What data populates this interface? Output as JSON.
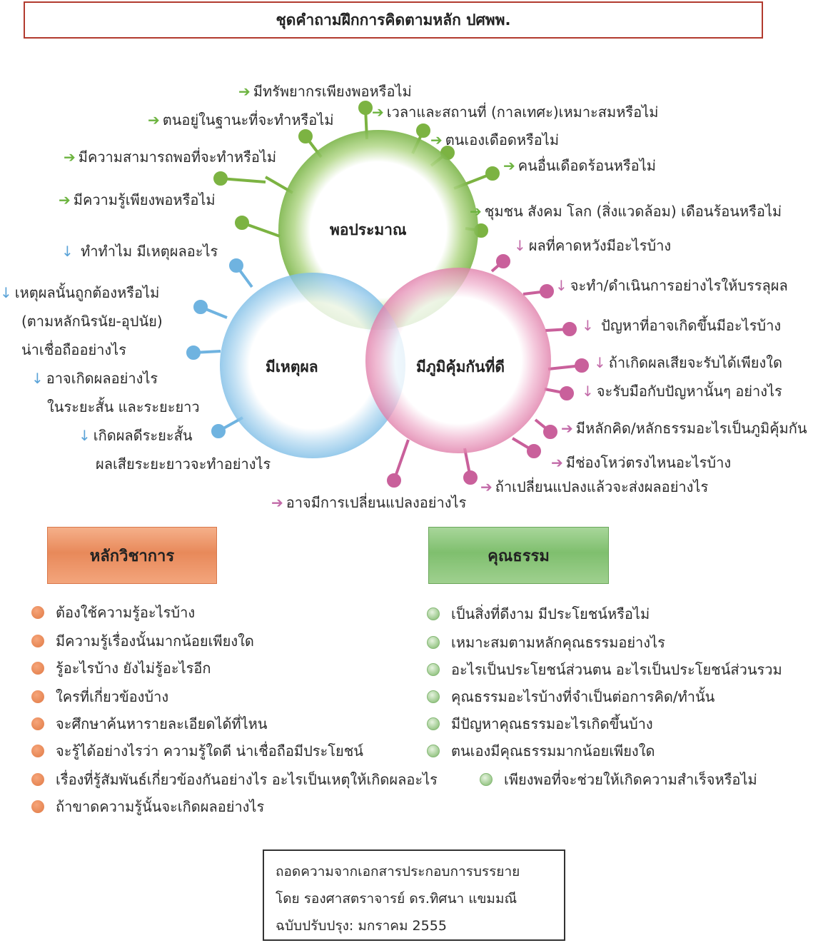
{
  "title": "ชุดคำถามฝึกการคิดตามหลัก ปศพพ.",
  "circles": {
    "moderation": "พอประมาณ",
    "reasonable": "มีเหตุผล",
    "immunity": "มีภูมิคุ้มกันที่ดี"
  },
  "colors": {
    "green": "#6cb33f",
    "blue": "#5aa3d8",
    "pink": "#c26aa8",
    "orange": "#e8895a",
    "title_border": "#b23a2e"
  },
  "moderation_questions": [
    "มีทรัพยากรเพียงพอหรือไม่",
    "ตนอยู่ในฐานะที่จะทำหรือไม่",
    "เวลาและสถานที่ (กาลเทศะ)เหมาะสมหรือไม่",
    "ตนเองเดือดหรือไม่",
    "มีความสามารถพอที่จะทำหรือไม่",
    "คนอื่นเดือดร้อนหรือไม่",
    "มีความรู้เพียงพอหรือไม่",
    "ชุมชน สังคม โลก (สิ่งแวดล้อม) เดือนร้อนหรือไม่"
  ],
  "reason_questions": [
    "ทำทำไม มีเหตุผลอะไร",
    "เหตุผลนั้นถูกต้องหรือไม่",
    "(ตามหลักนิรนัย-อุปนัย)",
    "น่าเชื่อถืออย่างไร",
    "อาจเกิดผลอย่างไร",
    "ในระยะสั้น และระยะยาว",
    "เกิดผลดีระยะสั้น",
    "ผลเสียระยะยาวจะทำอย่างไร"
  ],
  "immunity_questions": [
    "ผลที่คาดหวังมีอะไรบ้าง",
    "จะทำ/ดำเนินการอย่างไรให้บรรลุผล",
    "ปัญหาที่อาจเกิดขึ้นมีอะไรบ้าง",
    "ถ้าเกิดผลเสียจะรับได้เพียงใด",
    "จะรับมือกับปัญหานั้นๆ อย่างไร",
    "มีหลักคิด/หลักธรรมอะไรเป็นภูมิคุ้มกัน",
    "มีช่องโหว่ตรงไหนอะไรบ้าง",
    "ถ้าเปลี่ยนแปลงแล้วจะส่งผลอย่างไร",
    "อาจมีการเปลี่ยนแปลงอย่างไร"
  ],
  "academic": {
    "header": "หลักวิชาการ",
    "items": [
      "ต้องใช้ความรู้อะไรบ้าง",
      "มีความรู้เรื่องนั้นมากน้อยเพียงใด",
      "รู้อะไรบ้าง ยังไม่รู้อะไรอีก",
      "ใครที่เกี่ยวข้องบ้าง",
      "จะศึกษาค้นหารายละเอียดได้ที่ไหน",
      "จะรู้ได้อย่างไรว่า ความรู้ใดดี น่าเชื่อถือมีประโยชน์",
      "เรื่องที่รู้สัมพันธ์เกี่ยวข้องกันอย่างไร อะไรเป็นเหตุให้เกิดผลอะไร",
      "ถ้าขาดความรู้นั้นจะเกิดผลอย่างไร"
    ]
  },
  "morality": {
    "header": "คุณธรรม",
    "items": [
      "เป็นสิ่งที่ดีงาม มีประโยชน์หรือไม่",
      "เหมาะสมตามหลักคุณธรรมอย่างไร",
      "อะไรเป็นประโยชน์ส่วนตน อะไรเป็นประโยชน์ส่วนรวม",
      "คุณธรรมอะไรบ้างที่จำเป็นต่อการคิด/ทำนั้น",
      "มีปัญหาคุณธรรมอะไรเกิดขึ้นบ้าง",
      "ตนเองมีคุณธรรมมากน้อยเพียงใด",
      "เพียงพอที่จะช่วยให้เกิดความสำเร็จหรือไม่"
    ]
  },
  "credit": {
    "line1": "ถอดความจากเอกสารประกอบการบรรยาย",
    "line2": "โดย รองศาสตราจารย์ ดร.ทิศนา แขมมณี",
    "line3": "ฉบับปรับปรุง: มกราคม 2555"
  }
}
